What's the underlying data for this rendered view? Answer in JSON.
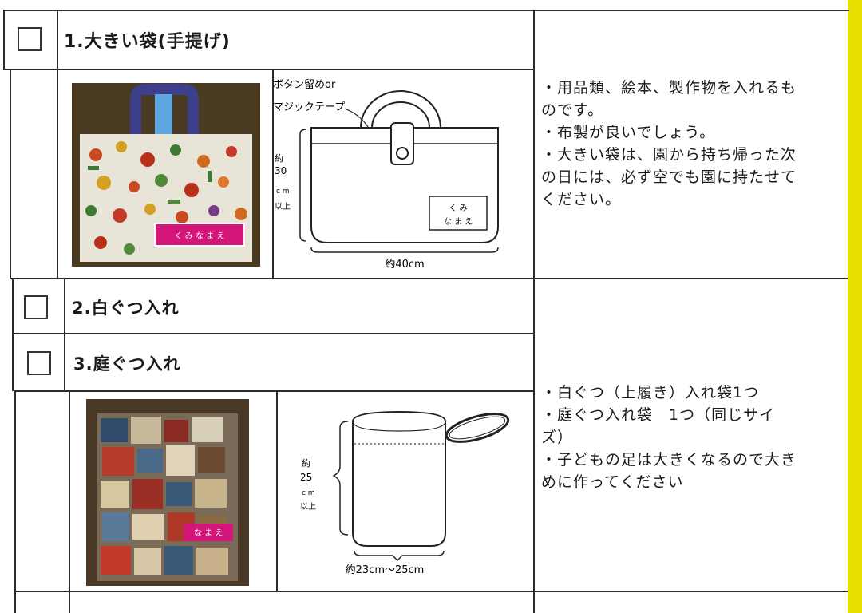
{
  "items": [
    {
      "title": "1.大きい袋(手提げ)",
      "diagram": {
        "label_top_line1": "ボタン留めor",
        "label_top_line2": "マジックテープ",
        "height_line1": "約",
        "height_line2": "30",
        "height_line3": "c m",
        "height_line4": "以上",
        "width_label": "約40cm",
        "nametag_line1": "く み",
        "nametag_line2": "な ま え"
      },
      "photo_tag": "く み  な ま え",
      "description": [
        "・用品類、絵本、製作物を入れるも",
        "のです。",
        "・布製が良いでしょう。",
        "・大きい袋は、園から持ち帰った次",
        "の日には、必ず空でも園に持たせて",
        "ください。"
      ]
    },
    {
      "title": "2.白ぐつ入れ"
    },
    {
      "title": "3.庭ぐつ入れ",
      "diagram": {
        "height_line1": "約",
        "height_line2": "25",
        "height_line3": "c m",
        "height_line4": "以上",
        "width_label": "約23cm～25cm"
      },
      "photo_tag": "な ま え",
      "description": [
        "・白ぐつ（上履き）入れ袋1つ",
        "・庭ぐつ入れ袋　1つ（同じサイ",
        "ズ）",
        "・子どもの足は大きくなるので大き",
        "めに作ってください"
      ]
    }
  ],
  "colors": {
    "accent_yellow": "#e9e000",
    "nametag_pink": "#d4167a",
    "table_line": "#2a2a2a"
  }
}
